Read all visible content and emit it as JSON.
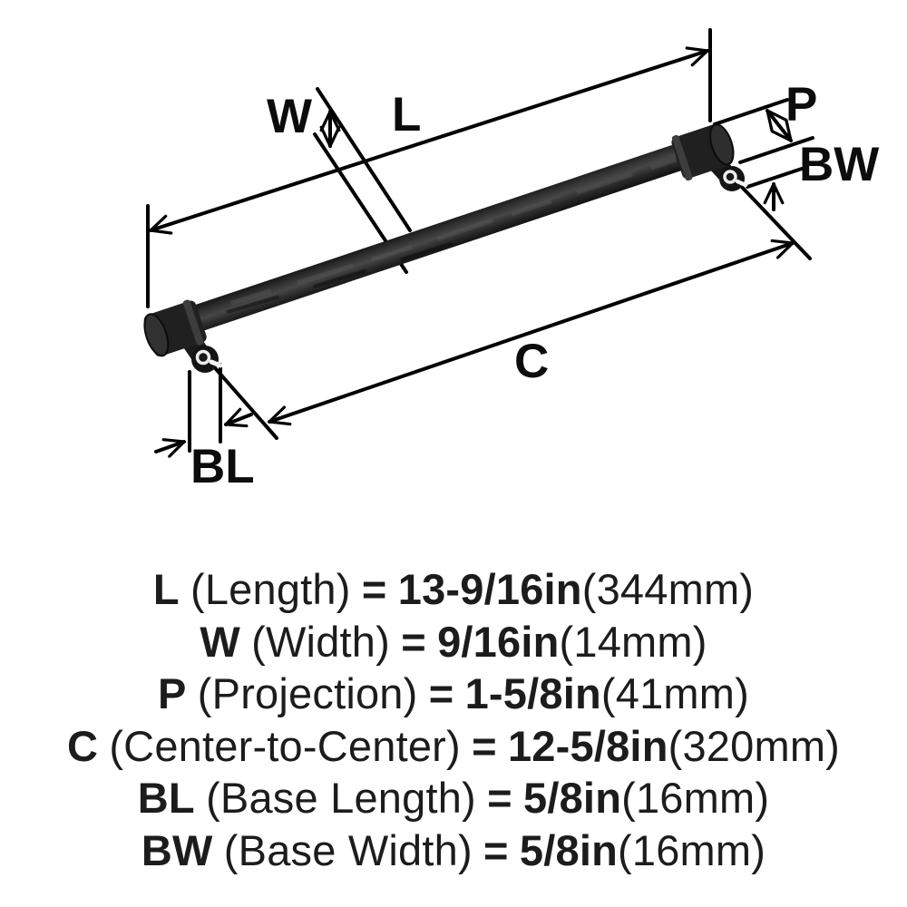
{
  "diagram": {
    "labels": {
      "w": "W",
      "l": "L",
      "p": "P",
      "bw": "BW",
      "c": "C",
      "bl": "BL"
    },
    "colors": {
      "ink": "#000000",
      "handle_body": "#1d1d1d",
      "handle_highlight": "#4a4a4a",
      "background": "#ffffff"
    }
  },
  "specs": [
    {
      "code": "L",
      "name": "(Length)",
      "eq": "=",
      "value": "13-9/16in",
      "metric": "(344mm)"
    },
    {
      "code": "W",
      "name": "(Width)",
      "eq": "=",
      "value": "9/16in",
      "metric": "(14mm)"
    },
    {
      "code": "P",
      "name": "(Projection)",
      "eq": "=",
      "value": "1-5/8in",
      "metric": "(41mm)"
    },
    {
      "code": "C",
      "name": "(Center-to-Center)",
      "eq": "=",
      "value": "12-5/8in",
      "metric": "(320mm)"
    },
    {
      "code": "BL",
      "name": "(Base Length)",
      "eq": "=",
      "value": "5/8in",
      "metric": "(16mm)"
    },
    {
      "code": "BW",
      "name": "(Base Width)",
      "eq": "=",
      "value": "5/8in",
      "metric": "(16mm)"
    }
  ]
}
